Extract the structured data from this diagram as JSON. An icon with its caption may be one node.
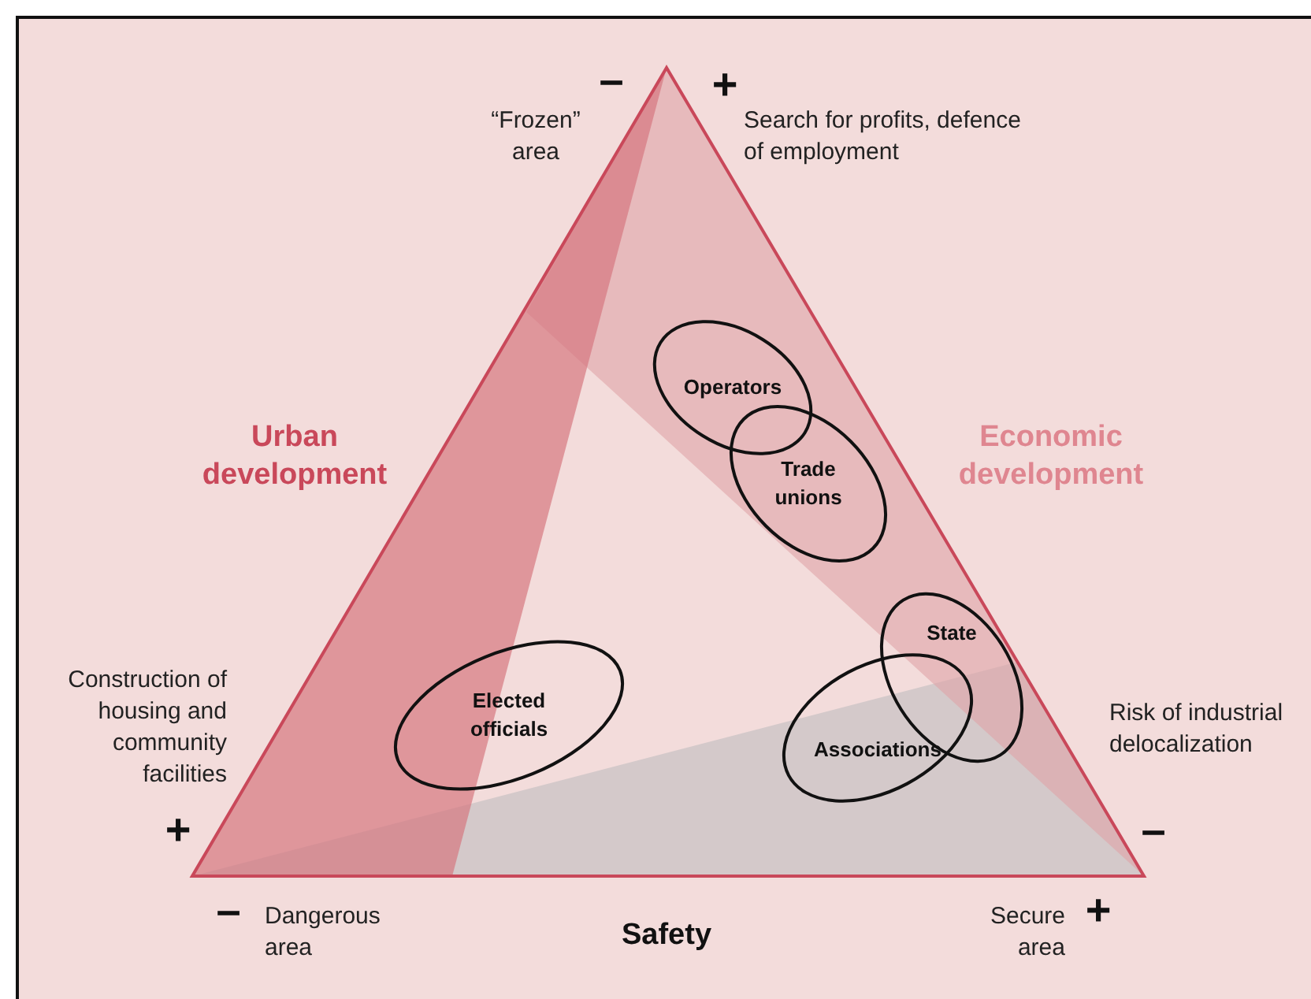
{
  "diagram": {
    "nodes": [
      {
        "text": [
          "Operators"
        ]
      },
      {
        "text": [
          "Trade unions"
        ]
      },
      {
        "text": [
          "State"
        ]
      },
      {
        "text": [
          "Associations"
        ]
      },
      {
        "text": [
          "Elected officials"
        ]
      }
    ],
    "edges": [],
    "labels": [
      "–",
      "+",
      "“Frozen” area",
      "Search for profits, defence of employment",
      "Urban development",
      "Economic development",
      "Construction of housing and community facilities",
      "+",
      "Risk of industrial delocalization",
      "–",
      "–",
      "Dangerous area",
      "Safety",
      "Secure area",
      "+"
    ]
  }
}
